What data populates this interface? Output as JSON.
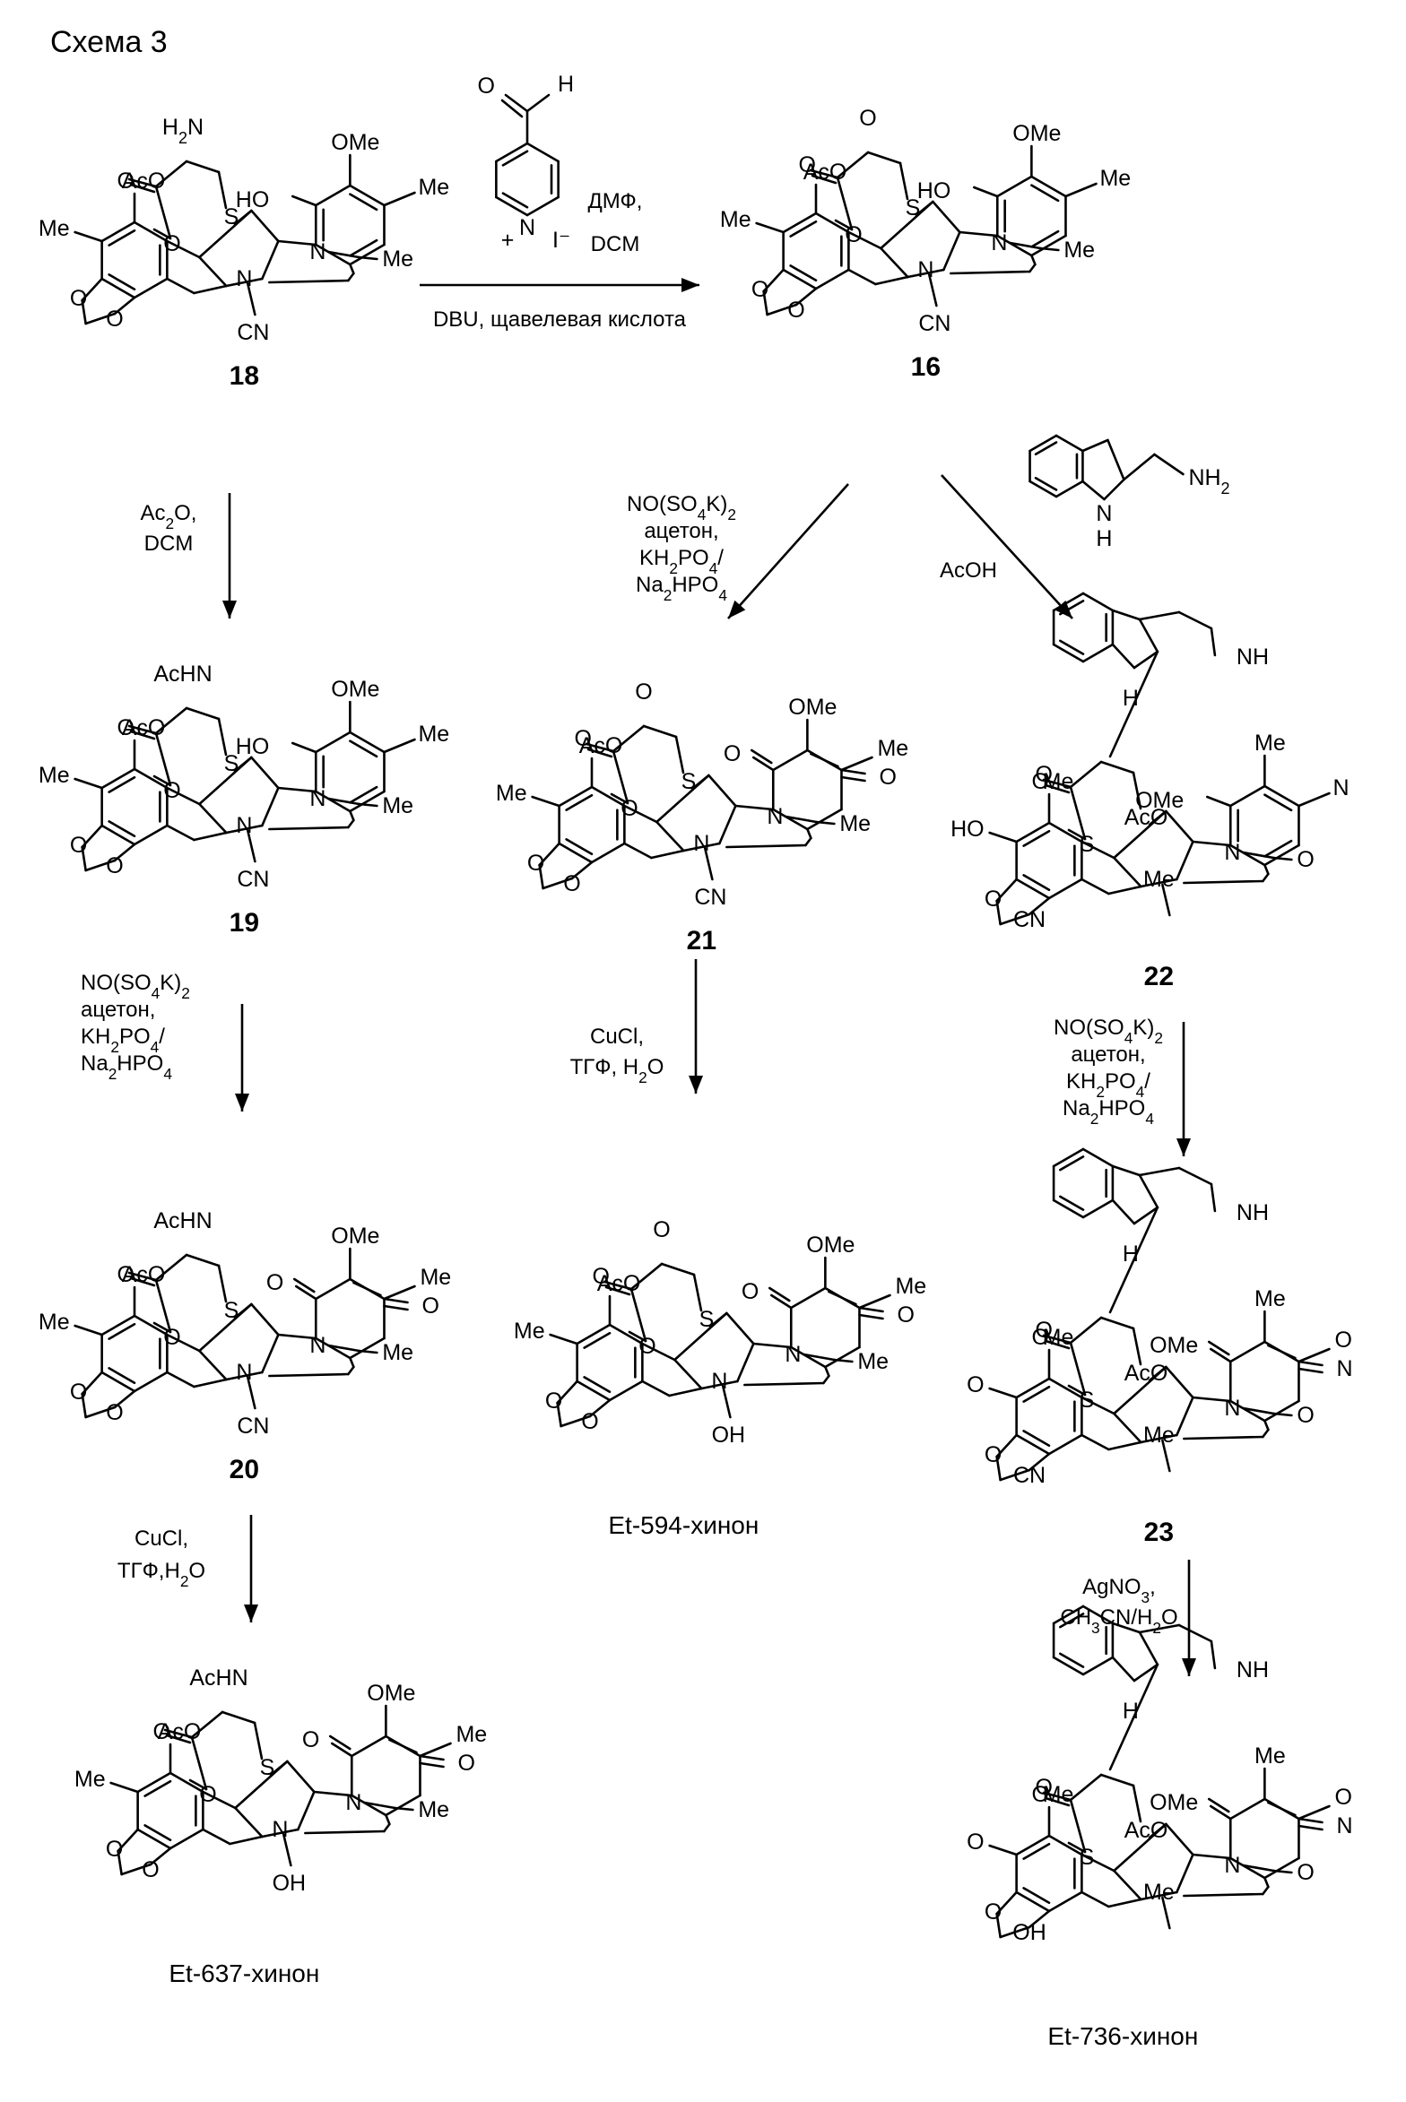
{
  "title": "Схема 3",
  "compounds": [
    {
      "id": "c18",
      "number": "18",
      "name": "",
      "atoms": [
        "H2N",
        "O",
        "O",
        "S",
        "AcO",
        "Me",
        "HO",
        "OMe",
        "Me",
        "N",
        "N",
        "Me",
        "O",
        "O",
        "CN"
      ]
    },
    {
      "id": "c16",
      "number": "16",
      "name": "",
      "atoms": [
        "O",
        "O",
        "O",
        "S",
        "AcO",
        "Me",
        "HO",
        "OMe",
        "Me",
        "N",
        "N",
        "Me",
        "O",
        "O",
        "CN"
      ]
    },
    {
      "id": "c19",
      "number": "19",
      "name": "",
      "atoms": [
        "AcHN",
        "O",
        "O",
        "S",
        "AcO",
        "Me",
        "HO",
        "OMe",
        "Me",
        "N",
        "N",
        "Me",
        "O",
        "O",
        "CN"
      ]
    },
    {
      "id": "c21",
      "number": "21",
      "name": "",
      "atoms": [
        "O",
        "O",
        "O",
        "S",
        "AcO",
        "Me",
        "O",
        "OMe",
        "Me",
        "O",
        "N",
        "N",
        "Me",
        "O",
        "O",
        "CN"
      ]
    },
    {
      "id": "c22",
      "number": "22",
      "name": "",
      "atoms": [
        "NH",
        "H",
        "O",
        "O",
        "S",
        "AcO",
        "Me",
        "HO",
        "OMe",
        "Me",
        "N",
        "N",
        "Me",
        "O",
        "O",
        "CN"
      ]
    },
    {
      "id": "c20",
      "number": "20",
      "name": "",
      "atoms": [
        "AcHN",
        "O",
        "O",
        "S",
        "AcO",
        "Me",
        "O",
        "OMe",
        "Me",
        "O",
        "N",
        "N",
        "Me",
        "O",
        "O",
        "CN"
      ]
    },
    {
      "id": "cEt594",
      "number": "",
      "name": "Et-594-хинон",
      "atoms": [
        "O",
        "O",
        "O",
        "S",
        "AcO",
        "Me",
        "O",
        "OMe",
        "Me",
        "O",
        "N",
        "N",
        "Me",
        "O",
        "O",
        "OH"
      ]
    },
    {
      "id": "c23",
      "number": "23",
      "name": "",
      "atoms": [
        "NH",
        "H",
        "O",
        "O",
        "S",
        "AcO",
        "Me",
        "O",
        "OMe",
        "Me",
        "O",
        "N",
        "N",
        "Me",
        "O",
        "O",
        "CN"
      ]
    },
    {
      "id": "cEt637",
      "number": "",
      "name": "Et-637-хинон",
      "atoms": [
        "AcHN",
        "O",
        "O",
        "S",
        "AcO",
        "Me",
        "O",
        "OMe",
        "Me",
        "O",
        "N",
        "N",
        "Me",
        "O",
        "O",
        "OH"
      ]
    },
    {
      "id": "cEt736",
      "number": "",
      "name": "Et-736-хинон",
      "atoms": [
        "NH",
        "H",
        "O",
        "O",
        "S",
        "AcO",
        "Me",
        "O",
        "OMe",
        "Me",
        "O",
        "N",
        "N",
        "Me",
        "O",
        "O",
        "OH"
      ]
    }
  ],
  "reagents": {
    "pyridine": {
      "atoms": [
        "O",
        "H",
        "N",
        "+",
        "I⁻"
      ]
    },
    "tryptamine": {
      "atoms": [
        "NH2",
        "N",
        "H"
      ]
    },
    "r1": {
      "lines": [
        "ДМФ,",
        "DCM"
      ],
      "below": "DBU, щавелевая кислота"
    },
    "r2": {
      "lines": [
        "Ac2O,",
        "DCM"
      ]
    },
    "r3": {
      "lines": [
        "NO(SO4K)2",
        "ацетон,",
        "KH2PO4/",
        "Na2HPO4"
      ]
    },
    "r4": {
      "lines": [
        "AcOH"
      ]
    },
    "r5": {
      "lines": [
        "NO(SO4K)2",
        "ацетон,",
        "KH2PO4/",
        "Na2HPO4"
      ]
    },
    "r6": {
      "lines": [
        "CuCl,",
        "ТГФ, H2O"
      ]
    },
    "r7": {
      "lines": [
        "NO(SO4K)2",
        "ацетон,",
        "KH2PO4/",
        "Na2HPO4"
      ]
    },
    "r8": {
      "lines": [
        "CuCl,",
        "ТГФ,H2O"
      ]
    },
    "r9": {
      "lines": [
        "AgNO3,",
        "CH3CN/H2O"
      ]
    }
  }
}
